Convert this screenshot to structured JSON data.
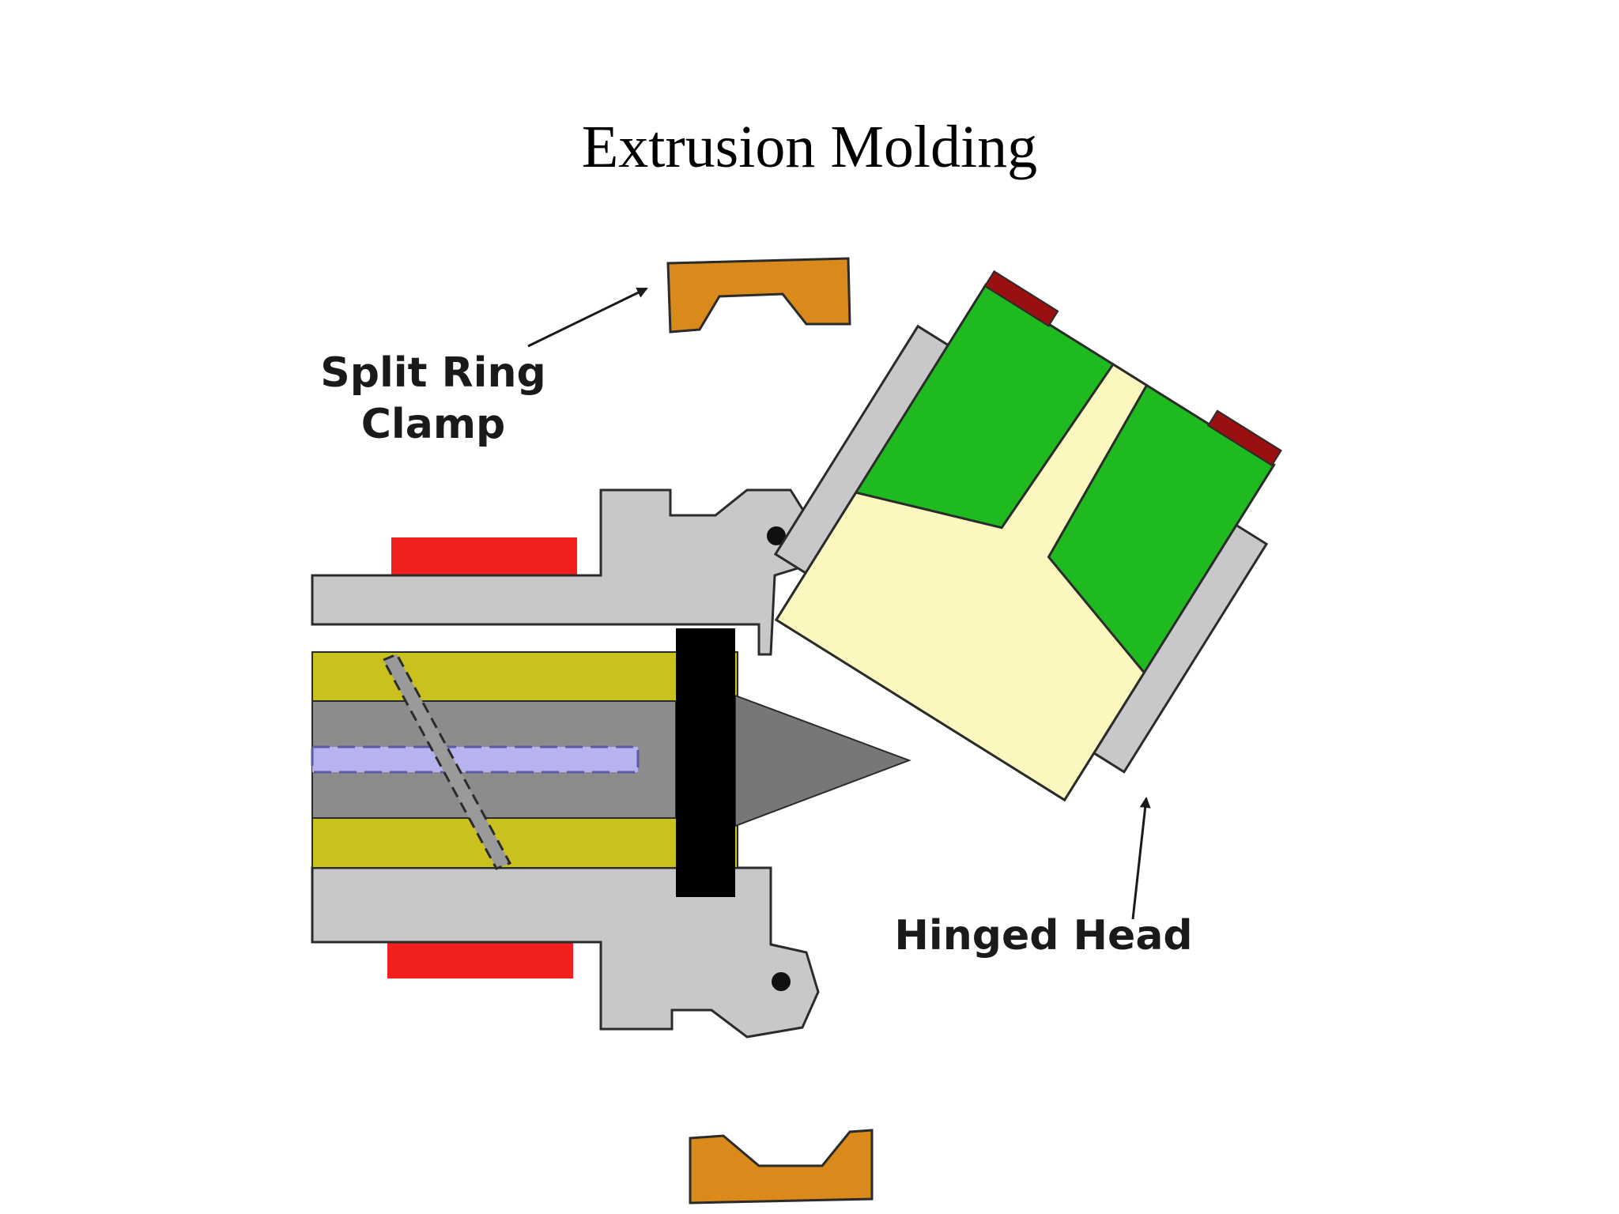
{
  "title": "Extrusion Molding",
  "labels": {
    "split_ring_clamp": [
      "Split Ring",
      "Clamp"
    ],
    "hinged_head": "Hinged Head"
  },
  "colors": {
    "barrel": "#c8c8ca",
    "outline": "#2b2b2b",
    "heater_band": "#f21f1f",
    "clamp": "#d98a1a",
    "die_green": "#1fba1f",
    "die_channel": "#fbf7bf",
    "die_cap": "#9a1010",
    "melt_channel": "#c9c21e",
    "screw": "#8c8c8c",
    "screw_core": "#b7b3ee",
    "breaker_plate": "#000000",
    "torpedo": "#777777"
  }
}
